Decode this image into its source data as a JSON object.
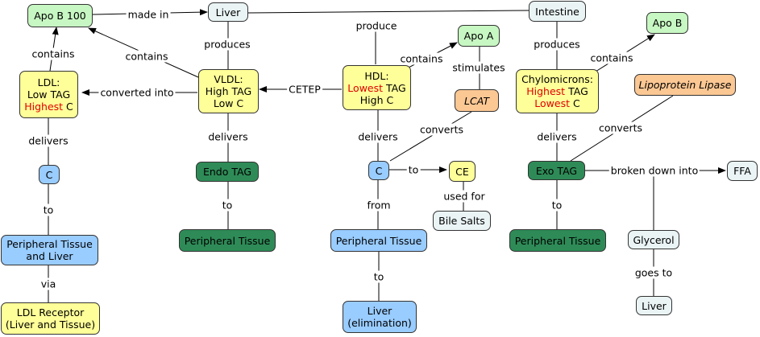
{
  "nodes": {
    "apo_b100": "Apo B 100",
    "liver_top": "Liver",
    "intestine": "Intestine",
    "apo_b": "Apo B",
    "apo_a": "Apo A",
    "ldl": {
      "l1": "LDL:",
      "l2": "Low TAG",
      "l3_red": "Highest",
      "l3_rest": " C"
    },
    "vldl": {
      "l1": "VLDL:",
      "l2": "High TAG",
      "l3": "Low C"
    },
    "hdl": {
      "l1": "HDL:",
      "l2_red": "Lowest",
      "l2_rest": " TAG",
      "l3": "High C"
    },
    "chylo": {
      "l1": "Chylomicrons:",
      "l2_red": "Highest",
      "l2_rest": " TAG",
      "l3_red": "Lowest",
      "l3_rest": " C"
    },
    "lipoprotein_lipase": "Lipoprotein Lipase",
    "lcat": "LCAT",
    "c_left": "C",
    "endo_tag": "Endo TAG",
    "c_mid": "C",
    "ce": "CE",
    "exo_tag": "Exo TAG",
    "ffa": "FFA",
    "bile_salts": "Bile Salts",
    "pt_liver": {
      "l1": "Peripheral Tissue",
      "l2": "and Liver"
    },
    "pt_endo": "Peripheral Tissue",
    "pt_mid": "Peripheral Tissue",
    "pt_exo": "Peripheral Tissue",
    "glycerol": "Glycerol",
    "ldl_receptor": {
      "l1": "LDL Receptor",
      "l2": "(Liver and Tissue)"
    },
    "liver_elim": {
      "l1": "Liver",
      "l2": "(elimination)"
    },
    "liver_bottom": "Liver"
  },
  "links": {
    "made_in": "made in",
    "produce": "produce",
    "produces_vldl": "produces",
    "produces_chylo": "produces",
    "contains_ldl": "contains",
    "contains_vldl": "contains",
    "contains_hdl": "contains",
    "contains_chylo": "contains",
    "stimulates": "stimulates",
    "converted_into": "converted into",
    "cetep": "CETEP",
    "converts_lcat": "converts",
    "converts_lpl": "converts",
    "delivers_ldl": "delivers",
    "delivers_vldl": "delivers",
    "delivers_hdl": "delivers",
    "delivers_chylo": "delivers",
    "to_c_left": "to",
    "to_endo": "to",
    "to_ce": "to",
    "to_exo": "to",
    "from": "from",
    "to_mid": "to",
    "used_for": "used for",
    "via": "via",
    "broken_down_into": "broken down into",
    "goes_to": "goes to"
  },
  "colors": {
    "green": "#c7f7c2",
    "light_blue": "#eaf4f5",
    "yellow": "#ffff99",
    "blue": "#99ccff",
    "dark_green": "#2e8b57",
    "orange": "#fbc793",
    "emphasis_red": "#e00000"
  }
}
